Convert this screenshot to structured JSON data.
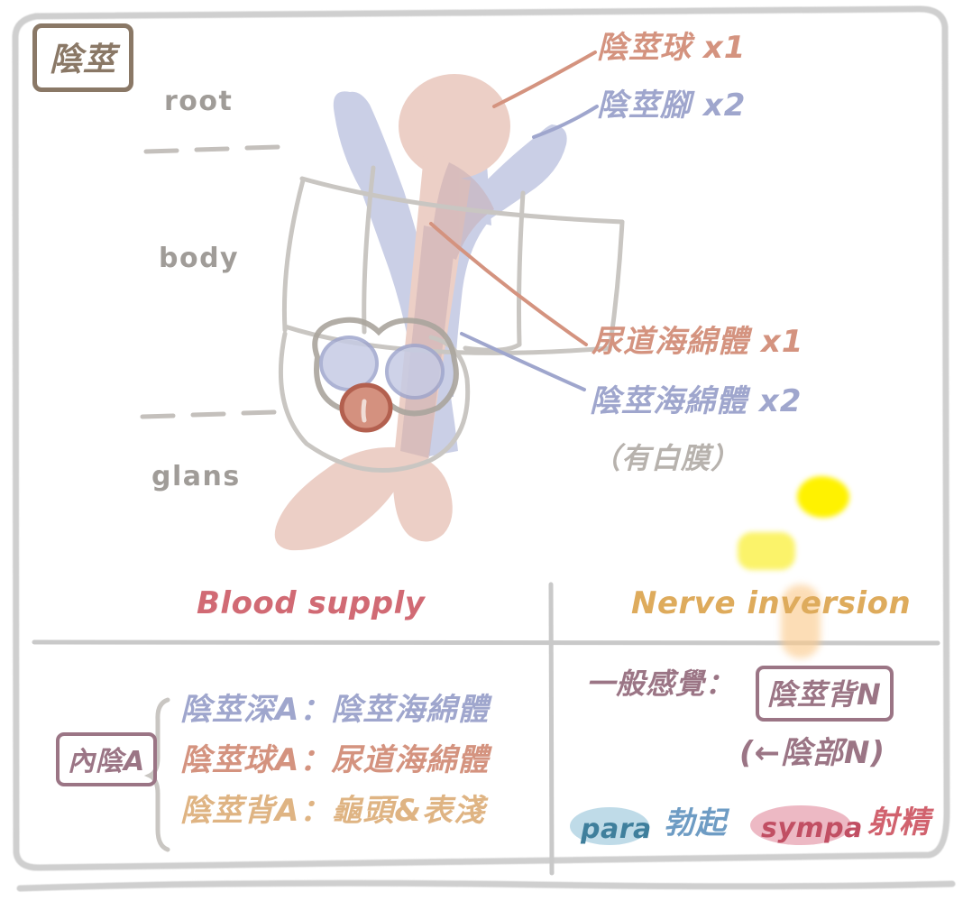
{
  "page": {
    "title_badge": "陰莖",
    "border_color": "#cfcfcf"
  },
  "diagram": {
    "region_labels": [
      {
        "label": "root",
        "color": "#a09c98"
      },
      {
        "label": "body",
        "color": "#a09c98"
      },
      {
        "label": "glans",
        "color": "#a09c98"
      }
    ],
    "callouts": [
      {
        "label": "陰莖球 x1",
        "color": "#d4937f"
      },
      {
        "label": "陰莖腳 x2",
        "color": "#9fa6cd"
      },
      {
        "label": "尿道海綿體 x1",
        "color": "#d4937f"
      },
      {
        "label": "陰莖海綿體 x2",
        "color": "#9fa6cd"
      },
      {
        "label": "（有白膜）",
        "color": "#b7b2ad"
      }
    ],
    "structure_colors": {
      "spongiosum": "#eccfc6",
      "cavernosum": "#c6cbe4",
      "tunica": "#b0aaa4",
      "urethra": "#c0705f",
      "overlap": "#c9aeb4"
    }
  },
  "table": {
    "columns": [
      {
        "header": "Blood supply",
        "color": "#d16a74"
      },
      {
        "header": "Nerve inversion",
        "color": "#e0a martin"
      }
    ],
    "header_left": "Blood supply",
    "header_left_color": "#d16a74",
    "header_right": "Nerve inversion",
    "header_right_color": "#deab5c",
    "blood_supply": {
      "group_label": "內陰A",
      "group_label_color": "#9b7585",
      "rows": [
        {
          "artery": "陰莖深A",
          "sep": "：",
          "target": "陰莖海綿體",
          "color": "#9fa6cd"
        },
        {
          "artery": "陰莖球A",
          "sep": "：",
          "target": "尿道海綿體",
          "color": "#d4937f"
        },
        {
          "artery": "陰莖背A",
          "sep": "：",
          "target": "龜頭&表淺",
          "color": "#dfb483"
        }
      ]
    },
    "nerve": {
      "sensation_prefix": "一般感覺：",
      "sensation_nerve": "陰莖背N",
      "sensation_source": "(←陰部N)",
      "sensation_color": "#9b7585",
      "autonomic": [
        {
          "tag": "para",
          "tag_color": "#3f7f9c",
          "pill_color": "#bfdbe8",
          "effect": "勃起",
          "effect_color": "#6e9cc4"
        },
        {
          "tag": "sympa",
          "tag_color": "#c14f63",
          "pill_color": "#edb9c4",
          "effect": "射精",
          "effect_color": "#d1626e"
        }
      ]
    }
  },
  "highlights": [
    {
      "name": "yellow-bright",
      "color": "#fff200"
    },
    {
      "name": "yellow-pale",
      "color": "#fbf36a"
    },
    {
      "name": "orange-soft",
      "color": "#fcd6a0"
    }
  ]
}
